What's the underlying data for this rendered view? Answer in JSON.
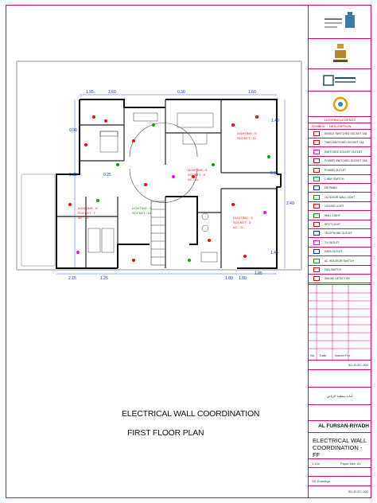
{
  "drawing": {
    "title_line1": "ELECTRICAL WALL COORDINATION",
    "title_line2": "FIRST FLOOR PLAN",
    "dimensions_top": [
      "1.95",
      "2.60",
      "0.30",
      "1.60"
    ],
    "dimensions_bottom": [
      "2.15",
      "1.25",
      "1.80",
      "1.80",
      "1.85"
    ],
    "dimensions_left": [
      "0.90",
      "0.65",
      "0.25"
    ],
    "dimensions_right": [
      "1.40",
      "0.35",
      "1.45",
      "2.40"
    ],
    "room_labels": [
      {
        "lighting": "LIGHTING : 5",
        "socket": "SOCKET : 12"
      },
      {
        "lighting": "LIGHTING : 5",
        "socket": "SOCKET : 5",
        "ac": "AC : 11"
      },
      {
        "lighting": "LIGHTING : 6",
        "socket": "SOCKET : 7",
        "ac": "AC : 11"
      },
      {
        "lighting": "LIGHTING : 3",
        "socket": "SOCKET : 5",
        "ac": "AC : 11"
      },
      {
        "lighting": "LIGHTING : 5",
        "socket": "SOCKET : 12"
      }
    ]
  },
  "title_block": {
    "legend_title": "LIGHTING LEGENDS",
    "legend_col_symbol": "SYMBOL",
    "legend_col_desc": "DESCRIPTION",
    "legend": [
      {
        "desc": "SINGLE SWITCHED SOCKET 13A"
      },
      {
        "desc": "TWIN SWITCHED SOCKET 13A"
      },
      {
        "desc": "SWITCHED SOCKET OUTLET"
      },
      {
        "desc": "POWER SWITCHED SOCKET 15A"
      },
      {
        "desc": "POWER OUTLET"
      },
      {
        "desc": "1 WAY SWITCH"
      },
      {
        "desc": "DB PANEL"
      },
      {
        "desc": "OUTDOOR WALL LIGHT"
      },
      {
        "desc": "CEILING LIGHT"
      },
      {
        "desc": "WALL LIGHT"
      },
      {
        "desc": "SPOT LIGHT"
      },
      {
        "desc": "TELEPHONE OUTLET"
      },
      {
        "desc": "TV OUTLET"
      },
      {
        "desc": "DATA OUTLET"
      },
      {
        "desc": "AC ISOLATOR SWITCH"
      },
      {
        "desc": "FAN SWITCH"
      },
      {
        "desc": "SMOKE DETECTOR"
      }
    ],
    "rev_col1": "No.",
    "rev_col2": "Date",
    "rev_col3": "Issued For",
    "sheet_code": "SD-ELEC-002",
    "arabic_project": "أمانة منطقة الرياض",
    "project_name": "AL FURSAN-RIYADH",
    "sheet_title": "ELECTRICAL WALL COORDINATION - FF",
    "scale": "1:100",
    "paper": "Paper size: A1",
    "drawing_type": "SD Drawings",
    "sheet_no": "SD-ELEC-002"
  },
  "colors": {
    "frame": "#e0007a",
    "walls": "#111111",
    "dimension": "#0033cc",
    "electrical_red": "#ff0000",
    "electrical_green": "#00aa00",
    "electrical_magenta": "#ff00ff"
  }
}
